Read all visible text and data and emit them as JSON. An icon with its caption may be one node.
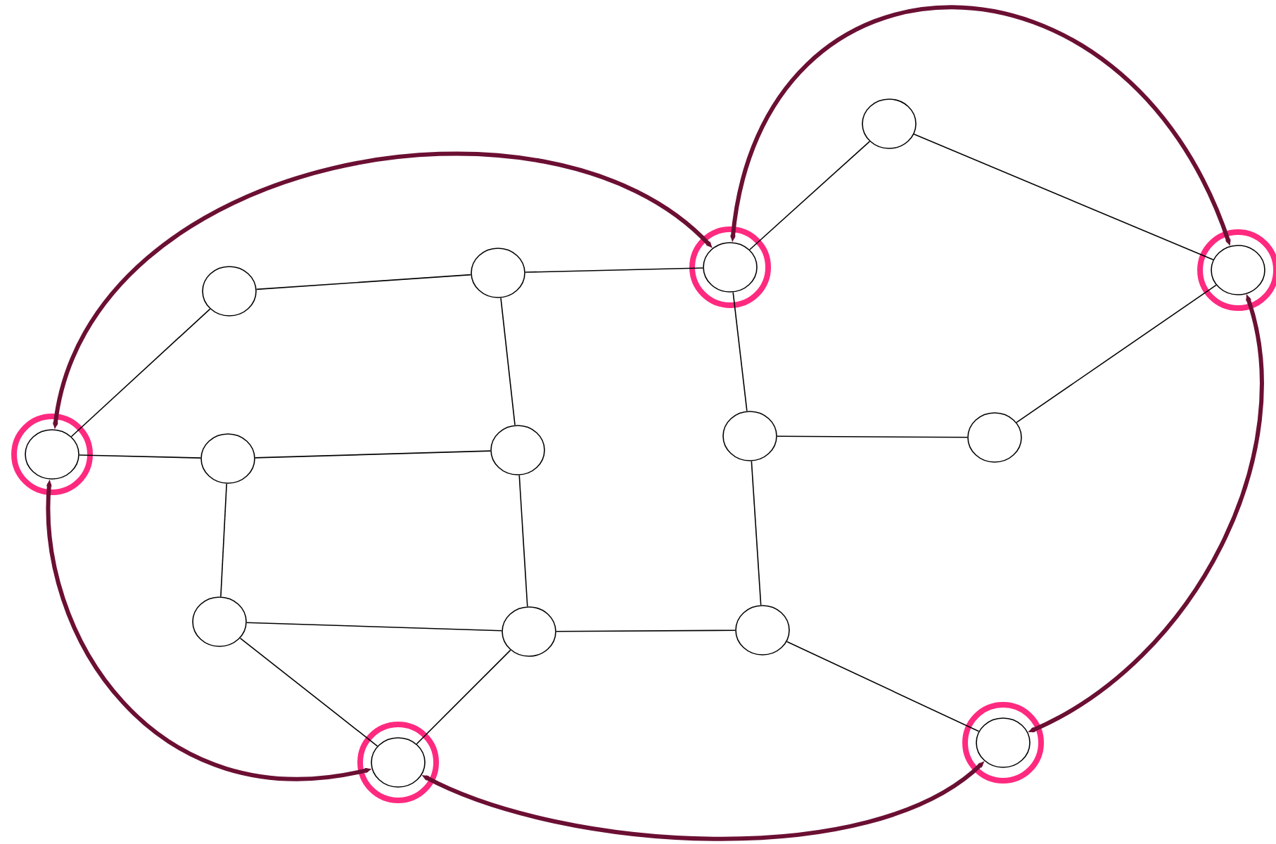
{
  "diagram": {
    "nodes": [
      {
        "text": [],
        "shape": "circle"
      },
      {
        "text": [],
        "shape": "circle"
      },
      {
        "text": [],
        "shape": "circle"
      },
      {
        "text": [],
        "shape": "circle"
      },
      {
        "text": [],
        "shape": "circle"
      },
      {
        "text": [],
        "shape": "circle"
      },
      {
        "text": [],
        "shape": "circle"
      },
      {
        "text": [],
        "shape": "circle"
      },
      {
        "text": [],
        "shape": "circle"
      },
      {
        "text": [],
        "shape": "circle"
      },
      {
        "text": [],
        "shape": "circle"
      },
      {
        "text": [],
        "shape": "circle"
      },
      {
        "text": [],
        "shape": "circle"
      },
      {
        "text": [],
        "shape": "circle"
      },
      {
        "text": [],
        "shape": "circle"
      }
    ],
    "edges": [
      {
        "from": 1,
        "to": 2,
        "arrow": "none"
      },
      {
        "from": 2,
        "to": 3,
        "arrow": "none"
      },
      {
        "from": 3,
        "to": 0,
        "arrow": "none"
      },
      {
        "from": 0,
        "to": 4,
        "arrow": "none"
      },
      {
        "from": 1,
        "to": 5,
        "arrow": "none"
      },
      {
        "from": 5,
        "to": 6,
        "arrow": "none"
      },
      {
        "from": 6,
        "to": 7,
        "arrow": "none"
      },
      {
        "from": 2,
        "to": 7,
        "arrow": "none"
      },
      {
        "from": 6,
        "to": 10,
        "arrow": "none"
      },
      {
        "from": 7,
        "to": 11,
        "arrow": "none"
      },
      {
        "from": 10,
        "to": 11,
        "arrow": "none"
      },
      {
        "from": 11,
        "to": 12,
        "arrow": "none"
      },
      {
        "from": 3,
        "to": 8,
        "arrow": "none"
      },
      {
        "from": 8,
        "to": 9,
        "arrow": "none"
      },
      {
        "from": 9,
        "to": 4,
        "arrow": "none"
      },
      {
        "from": 8,
        "to": 12,
        "arrow": "none"
      },
      {
        "from": 12,
        "to": 14,
        "arrow": "none"
      },
      {
        "from": 10,
        "to": 13,
        "arrow": "none"
      },
      {
        "from": 11,
        "to": 13,
        "arrow": "none"
      },
      {
        "from": 5,
        "to": 3,
        "arrow": "both",
        "style": "thick",
        "color": "#6b0f33"
      },
      {
        "from": 3,
        "to": 4,
        "arrow": "both",
        "style": "thick",
        "color": "#6b0f33"
      },
      {
        "from": 4,
        "to": 14,
        "arrow": "both",
        "style": "thick",
        "color": "#6b0f33"
      },
      {
        "from": 14,
        "to": 13,
        "arrow": "both",
        "style": "thick",
        "color": "#6b0f33"
      },
      {
        "from": 13,
        "to": 5,
        "arrow": "both",
        "style": "thick",
        "color": "#6b0f33"
      }
    ]
  }
}
